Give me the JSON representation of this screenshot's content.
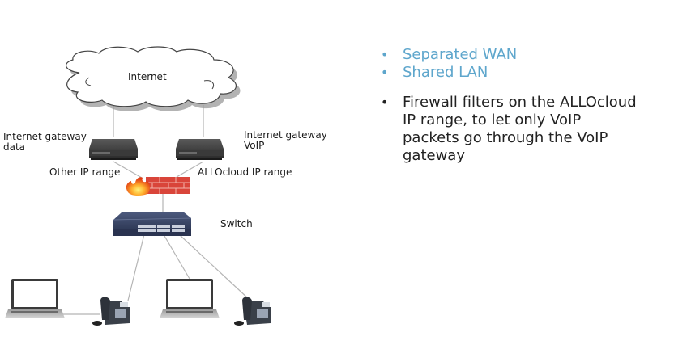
{
  "diagram": {
    "cloud_label": "Internet",
    "gateway_data_label": [
      "Internet gateway",
      "data"
    ],
    "gateway_voip_label": [
      "Internet gateway",
      "VoIP"
    ],
    "other_ip_label": "Other IP range",
    "allocloud_ip_label": "ALLOcloud IP range",
    "switch_label": "Switch",
    "devices": [
      "laptop",
      "ip-phone",
      "laptop",
      "ip-phone"
    ]
  },
  "bullets": {
    "group1": [
      {
        "text": "Separated WAN"
      },
      {
        "text": "Shared LAN"
      }
    ],
    "group2": [
      {
        "text_lines": [
          "Firewall filters on the ALLOcloud",
          "IP range, to let only VoIP",
          "packets go through the VoIP",
          "gateway"
        ]
      }
    ],
    "bullet_glyph": "•"
  },
  "colors": {
    "accent_blue": "#5ea6cc",
    "text_dark": "#222222",
    "firewall_brick": "#d9453a",
    "switch_body": "#3d4a6b"
  }
}
